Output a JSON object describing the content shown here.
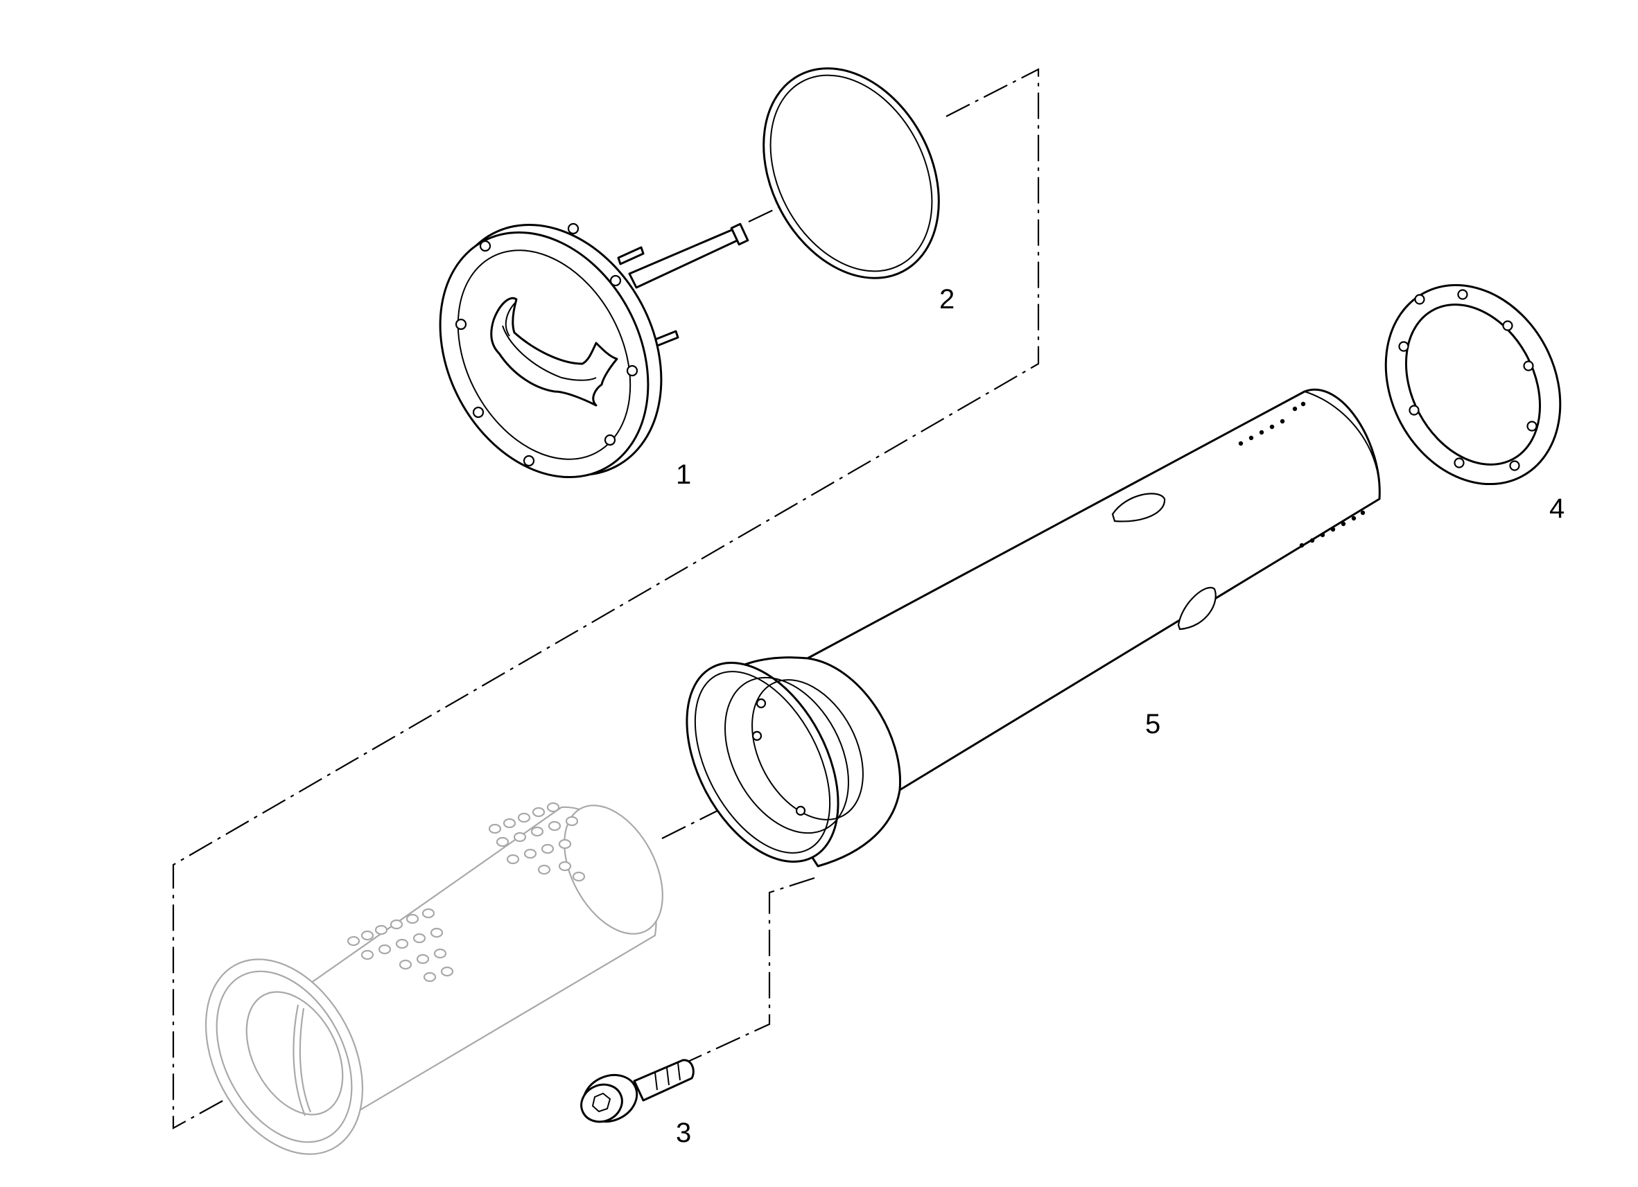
{
  "callouts": [
    {
      "id": "1",
      "text": "1"
    },
    {
      "id": "2",
      "text": "2"
    },
    {
      "id": "3",
      "text": "3"
    },
    {
      "id": "4",
      "text": "4"
    },
    {
      "id": "5",
      "text": "5"
    }
  ],
  "colors": {
    "line": "#000000",
    "ghost": "#a8a8a8",
    "background": "#ffffff"
  }
}
